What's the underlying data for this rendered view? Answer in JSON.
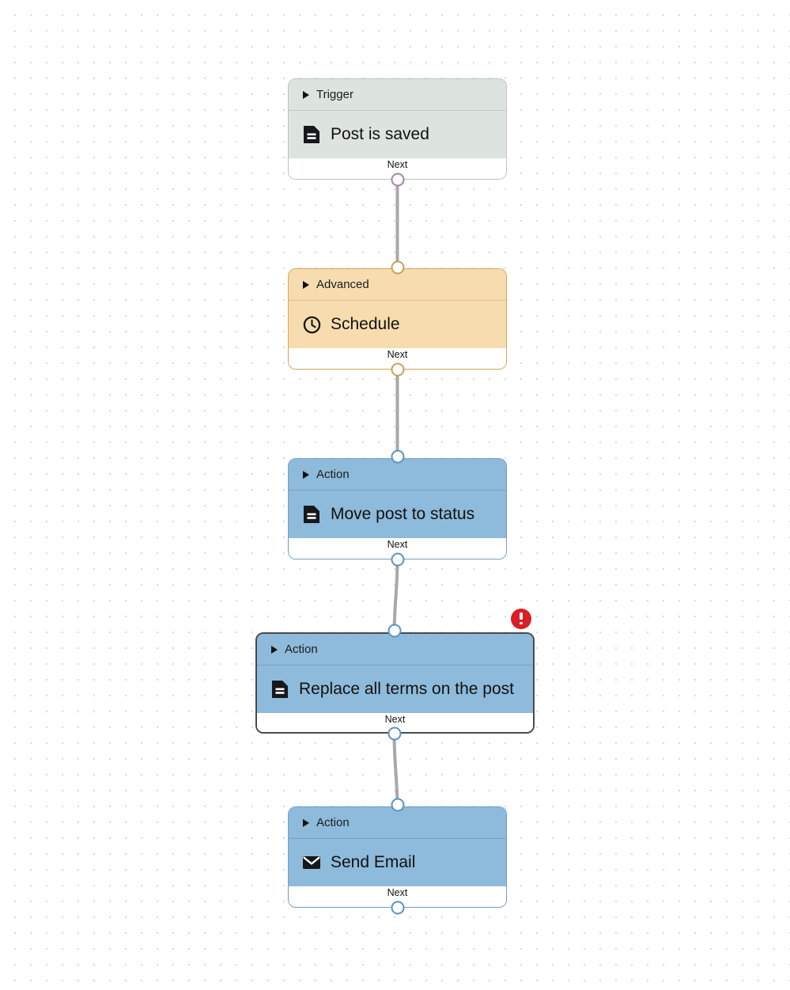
{
  "canvas": {
    "background": "#ffffff",
    "grid_dot_color": "#d8d8dc",
    "edge_color": "#a8a8a8"
  },
  "nodes": [
    {
      "id": "trigger-post-is-saved",
      "category": "Trigger",
      "title": "Post is saved",
      "icon": "document-icon",
      "footer_label": "Next",
      "accent": "#dde4df",
      "border": "#b9c4bd",
      "port_color": "#a585ad",
      "selected": false,
      "error": false
    },
    {
      "id": "advanced-schedule",
      "category": "Advanced",
      "title": "Schedule",
      "icon": "clock-icon",
      "footer_label": "Next",
      "accent": "#f6dcaf",
      "border": "#d3a857",
      "port_color": "#c8a25c",
      "selected": false,
      "error": false
    },
    {
      "id": "action-move-post-to-status",
      "category": "Action",
      "title": "Move post to status",
      "icon": "document-icon",
      "footer_label": "Next",
      "accent": "#8ebadb",
      "border": "#6f9fc6",
      "port_color": "#5b93c2",
      "selected": false,
      "error": false
    },
    {
      "id": "action-replace-all-terms",
      "category": "Action",
      "title": "Replace all terms on the post",
      "icon": "document-icon",
      "footer_label": "Next",
      "accent": "#8ebadb",
      "border": "#4a4a4a",
      "port_color": "#5b93c2",
      "selected": true,
      "error": true,
      "error_badge": "error-exclamation-icon"
    },
    {
      "id": "action-send-email",
      "category": "Action",
      "title": "Send Email",
      "icon": "envelope-icon",
      "footer_label": "Next",
      "accent": "#8ebadb",
      "border": "#6f9fc6",
      "port_color": "#5b93c2",
      "selected": false,
      "error": false
    }
  ]
}
